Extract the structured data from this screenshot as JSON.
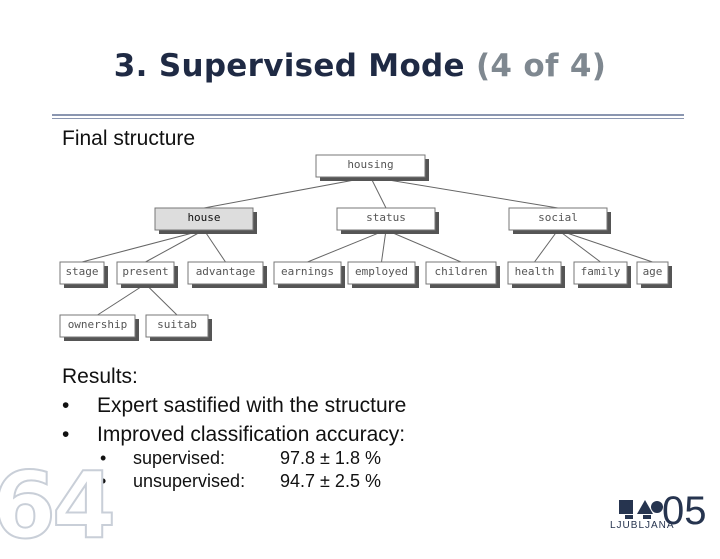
{
  "title": {
    "main": "3. Supervised Mode",
    "sub": "(4 of 4)"
  },
  "caption": "Final structure",
  "tree": {
    "nodes": [
      {
        "id": "housing",
        "label": "housing"
      },
      {
        "id": "house",
        "label": "house"
      },
      {
        "id": "status",
        "label": "status"
      },
      {
        "id": "social",
        "label": "social"
      },
      {
        "id": "stage",
        "label": "stage"
      },
      {
        "id": "present",
        "label": "present"
      },
      {
        "id": "advantage",
        "label": "advantage"
      },
      {
        "id": "earnings",
        "label": "earnings"
      },
      {
        "id": "employed",
        "label": "employed"
      },
      {
        "id": "children",
        "label": "children"
      },
      {
        "id": "health",
        "label": "health"
      },
      {
        "id": "family",
        "label": "family"
      },
      {
        "id": "age",
        "label": "age"
      },
      {
        "id": "ownership",
        "label": "ownership"
      },
      {
        "id": "suitab",
        "label": "suitab"
      }
    ],
    "edges": [
      [
        "housing",
        "house"
      ],
      [
        "housing",
        "status"
      ],
      [
        "housing",
        "social"
      ],
      [
        "house",
        "stage"
      ],
      [
        "house",
        "present"
      ],
      [
        "house",
        "advantage"
      ],
      [
        "status",
        "earnings"
      ],
      [
        "status",
        "employed"
      ],
      [
        "status",
        "children"
      ],
      [
        "social",
        "health"
      ],
      [
        "social",
        "family"
      ],
      [
        "social",
        "age"
      ],
      [
        "present",
        "ownership"
      ],
      [
        "present",
        "suitab"
      ]
    ]
  },
  "results": {
    "heading": "Results:",
    "bullets": [
      "Expert sastified with the structure",
      "Improved classification accuracy:"
    ],
    "bullet_symbol": "•",
    "sub": [
      {
        "label": "supervised:",
        "value": "97.8 ± 1.8 %"
      },
      {
        "label": "unsupervised:",
        "value": "94.7 ± 2.5 %"
      }
    ]
  },
  "slide_number": "64",
  "logo": {
    "text": "LJUBLJANA",
    "year": "05"
  }
}
